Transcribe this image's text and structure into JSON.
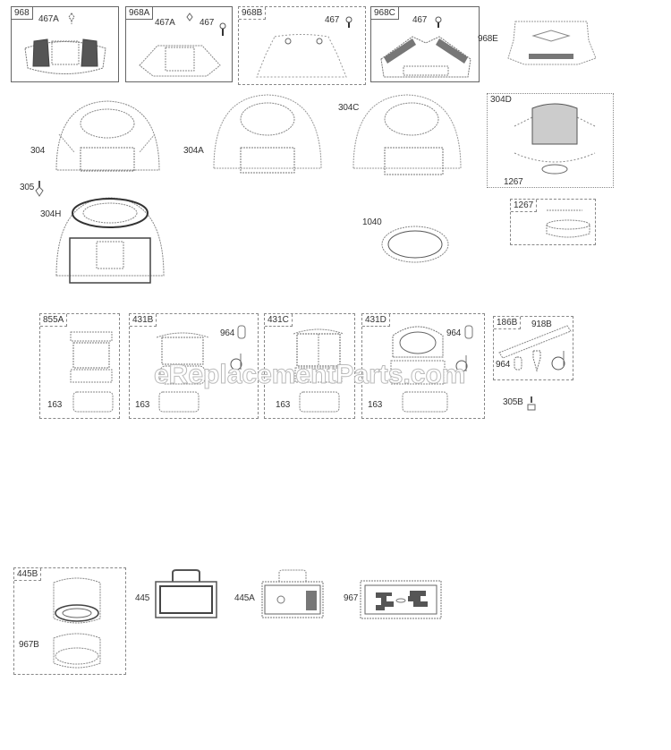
{
  "diagram": {
    "watermark": "eReplacementParts.com",
    "groups": {
      "g968": {
        "tag": "968",
        "labels": [
          "467A"
        ]
      },
      "g968A": {
        "tag": "968A",
        "labels": [
          "467A",
          "467"
        ]
      },
      "g968B": {
        "tag": "968B",
        "labels": [
          "467"
        ]
      },
      "g968C": {
        "tag": "968C",
        "labels": [
          "467"
        ]
      },
      "g304D": {
        "tag": "304D",
        "labels": [
          "1267"
        ]
      },
      "g1267": {
        "tag": "1267"
      },
      "g855A": {
        "tag": "855A",
        "labels": [
          "163"
        ]
      },
      "g431B": {
        "tag": "431B",
        "labels": [
          "964",
          "163"
        ]
      },
      "g431C": {
        "tag": "431C",
        "labels": [
          "163"
        ]
      },
      "g431D": {
        "tag": "431D",
        "labels": [
          "964",
          "163"
        ]
      },
      "g186B": {
        "tag": "186B",
        "labels": [
          "918B",
          "964"
        ]
      },
      "g445B": {
        "tag": "445B",
        "labels": [
          "967B"
        ]
      }
    },
    "standalone_labels": {
      "p968E": "968E",
      "p304": "304",
      "p304A": "304A",
      "p304C": "304C",
      "p305": "305",
      "p304H": "304H",
      "p1040": "1040",
      "p305B": "305B",
      "p445": "445",
      "p445A": "445A",
      "p967": "967"
    }
  }
}
